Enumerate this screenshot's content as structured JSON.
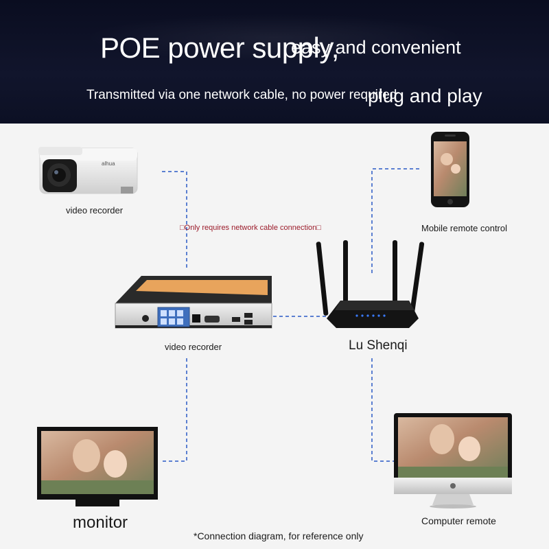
{
  "header": {
    "title_part1": "POE power supply,",
    "title_part2": "easy and convenient",
    "subtitle_part1": "Transmitted via one network cable, no power required",
    "subtitle_part2": "plug and play"
  },
  "devices": {
    "camera": {
      "label": "video recorder",
      "brand": "alhua"
    },
    "nvr": {
      "label": "video recorder"
    },
    "router": {
      "label": "Lu Shenqi"
    },
    "phone": {
      "label": "Mobile remote control"
    },
    "monitor": {
      "label": "monitor"
    },
    "computer": {
      "label": "Computer remote"
    }
  },
  "connection_note": "□Only requires network cable connection□",
  "footnote": "*Connection diagram, for reference only",
  "colors": {
    "header_bg": "#0c1024",
    "line": "#5b7fd1",
    "note": "#9b1b2a",
    "page_bg": "#f4f4f4"
  }
}
